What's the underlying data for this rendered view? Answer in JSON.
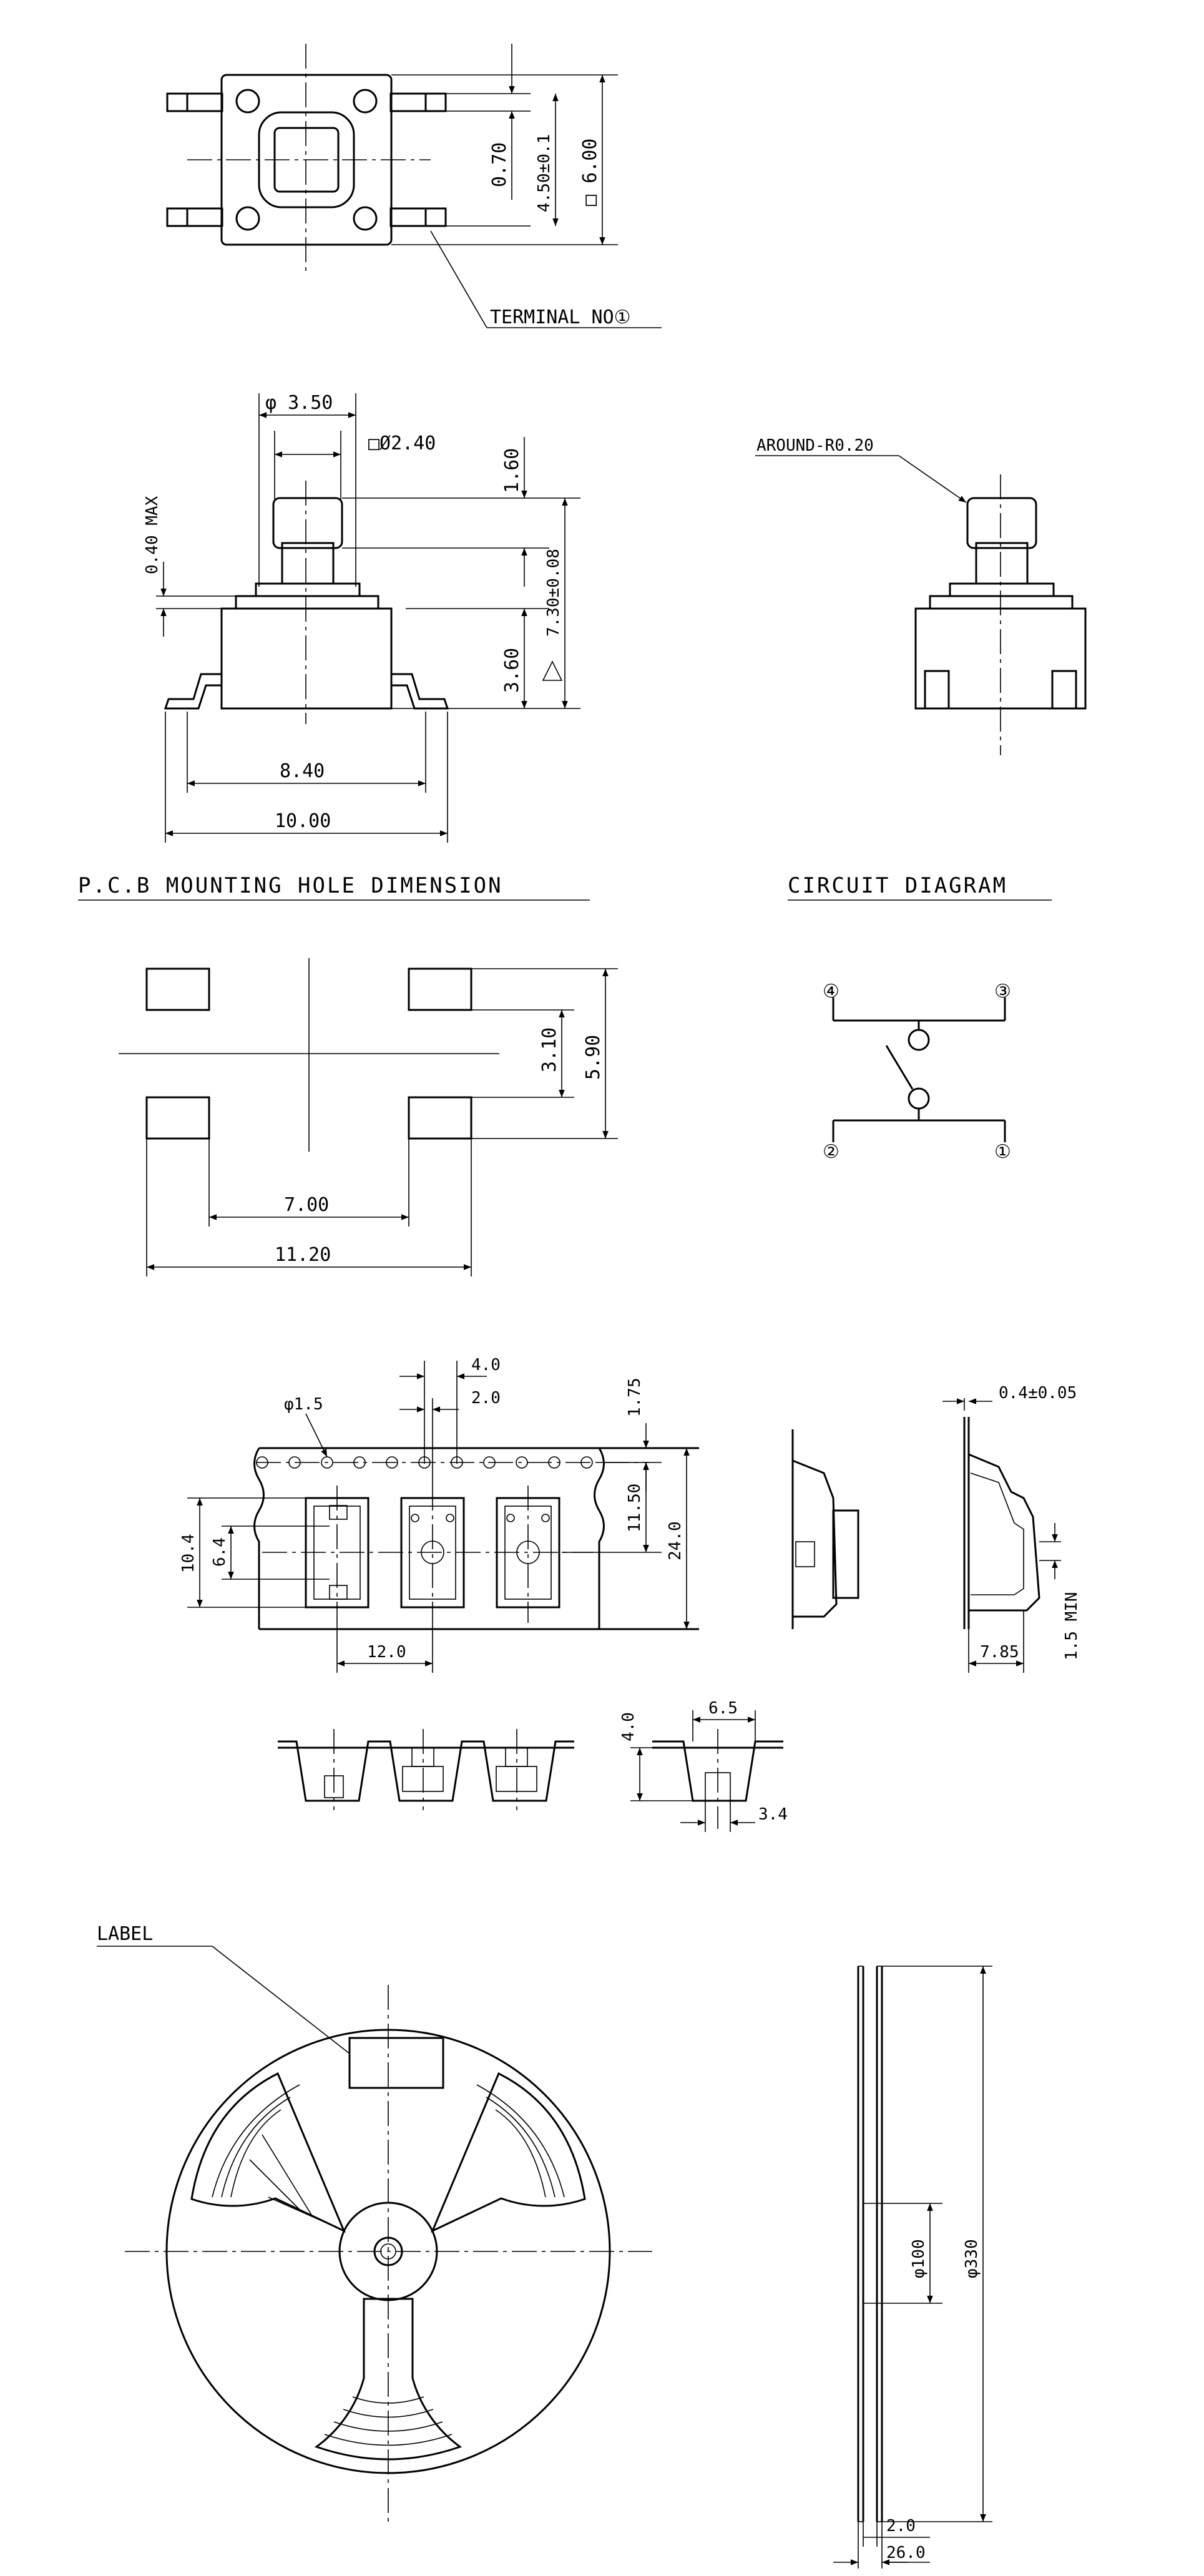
{
  "top_view": {
    "dim_070": "0.70",
    "dim_450": "4.50±0.1",
    "dim_600": "□ 6.00",
    "terminal_label": "TERMINAL NO①"
  },
  "side_view": {
    "dim_phi350": "φ 3.50",
    "dim_sq240": "□Ø2.40",
    "dim_160": "1.60",
    "dim_040max": "0.40 MAX",
    "dim_730": "7.30±0.08",
    "dim_360": "3.60",
    "dim_840": "8.40",
    "dim_1000": "10.00"
  },
  "right_view": {
    "around_label": "AROUND-R0.20"
  },
  "pcb": {
    "title": "P.C.B MOUNTING HOLE DIMENSION",
    "dim_310": "3.10",
    "dim_590": "5.90",
    "dim_700": "7.00",
    "dim_1120": "11.20"
  },
  "circuit": {
    "title": "CIRCUIT DIAGRAM",
    "pin_labels": [
      "④",
      "③",
      "②",
      "①"
    ]
  },
  "tape": {
    "dim_40": "4.0",
    "dim_20": "2.0",
    "dim_175": "1.75",
    "dim_phi15": "φ1.5",
    "dim_1150": "11.50",
    "dim_240": "24.0",
    "dim_104": "10.4",
    "dim_64": "6.4",
    "dim_120": "12.0",
    "dim_04": "0.4±0.05",
    "dim_15min": "1.5 MIN",
    "dim_785": "7.85",
    "dim_65": "6.5",
    "dim_40b": "4.0",
    "dim_34": "3.4"
  },
  "reel": {
    "label": "LABEL",
    "dim_phi100": "φ100",
    "dim_phi330": "φ330",
    "dim_20": "2.0",
    "dim_260": "26.0"
  }
}
